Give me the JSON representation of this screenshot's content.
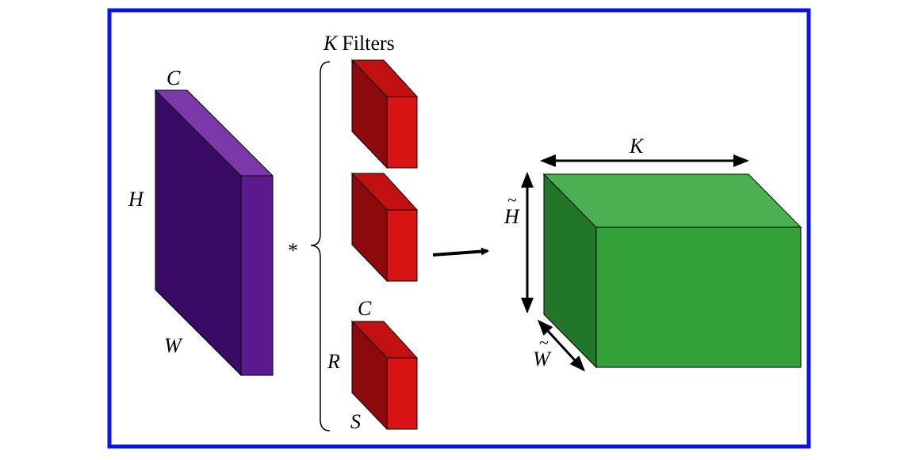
{
  "colors": {
    "frame": "#0a14e6",
    "input_front": "#3a0a66",
    "input_side": "#5a1a8e",
    "input_top": "#7a38a8",
    "filter_front": "#d81414",
    "filter_side": "#8e0a0a",
    "filter_top": "#c21010",
    "output_front": "#34a03a",
    "output_side": "#22762a",
    "output_top": "#4bb04f"
  },
  "labels": {
    "input_c": "C",
    "input_h": "H",
    "input_w": "W",
    "convolution_operator": "*",
    "filters_count_symbol": "K",
    "filters_word": "Filters",
    "filter_c": "C",
    "filter_r": "R",
    "filter_s": "S",
    "output_k": "K",
    "output_h": "H",
    "output_w": "W",
    "tilde": "~"
  }
}
